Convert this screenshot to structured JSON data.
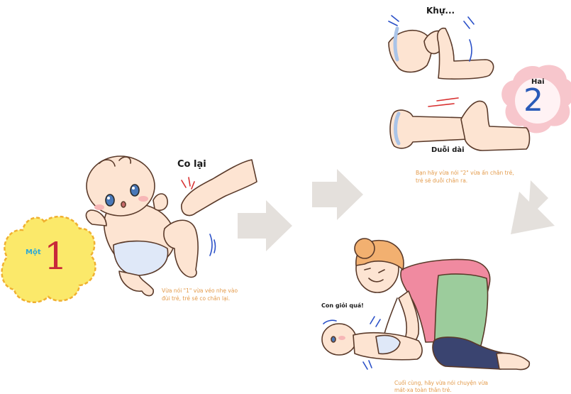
{
  "step1": {
    "badge_word": "Một",
    "badge_number": "1",
    "action_label": "Co lại",
    "caption_line1": "Vừa nói \"1\" vừa véo nhẹ vào",
    "caption_line2": "đùi trẻ, trẻ sẽ co chân lại."
  },
  "step2": {
    "top_label": "Khự...",
    "badge_word": "Hai",
    "badge_number": "2",
    "action_label": "Duỗi dài",
    "caption_line1": "Bạn hãy vừa nói \"2\" vừa ấn chân trẻ,",
    "caption_line2": "trẻ sẽ duỗi chân ra."
  },
  "step3": {
    "speech_label": "Con giỏi quá!",
    "caption_line1": "Cuối cùng, hãy vừa nói chuyện vừa",
    "caption_line2": "mát-xa toàn thân trẻ."
  },
  "colors": {
    "badge1_yellow": "#fbe96a",
    "badge1_outline": "#f0b030",
    "badge1_word": "#2aa8d8",
    "badge1_number": "#c8283a",
    "badge2_pink": "#f7c6cc",
    "badge2_number": "#2a5ab8",
    "caption_orange": "#e39a4a",
    "arrow_gray": "#e4e0dc",
    "skin": "#fde4d2",
    "line": "#5a3a2a",
    "diaper": "#dfe8f8",
    "apron_green": "#9ccc9c",
    "shirt_pink": "#f08aa0",
    "pants_navy": "#3a4470"
  }
}
